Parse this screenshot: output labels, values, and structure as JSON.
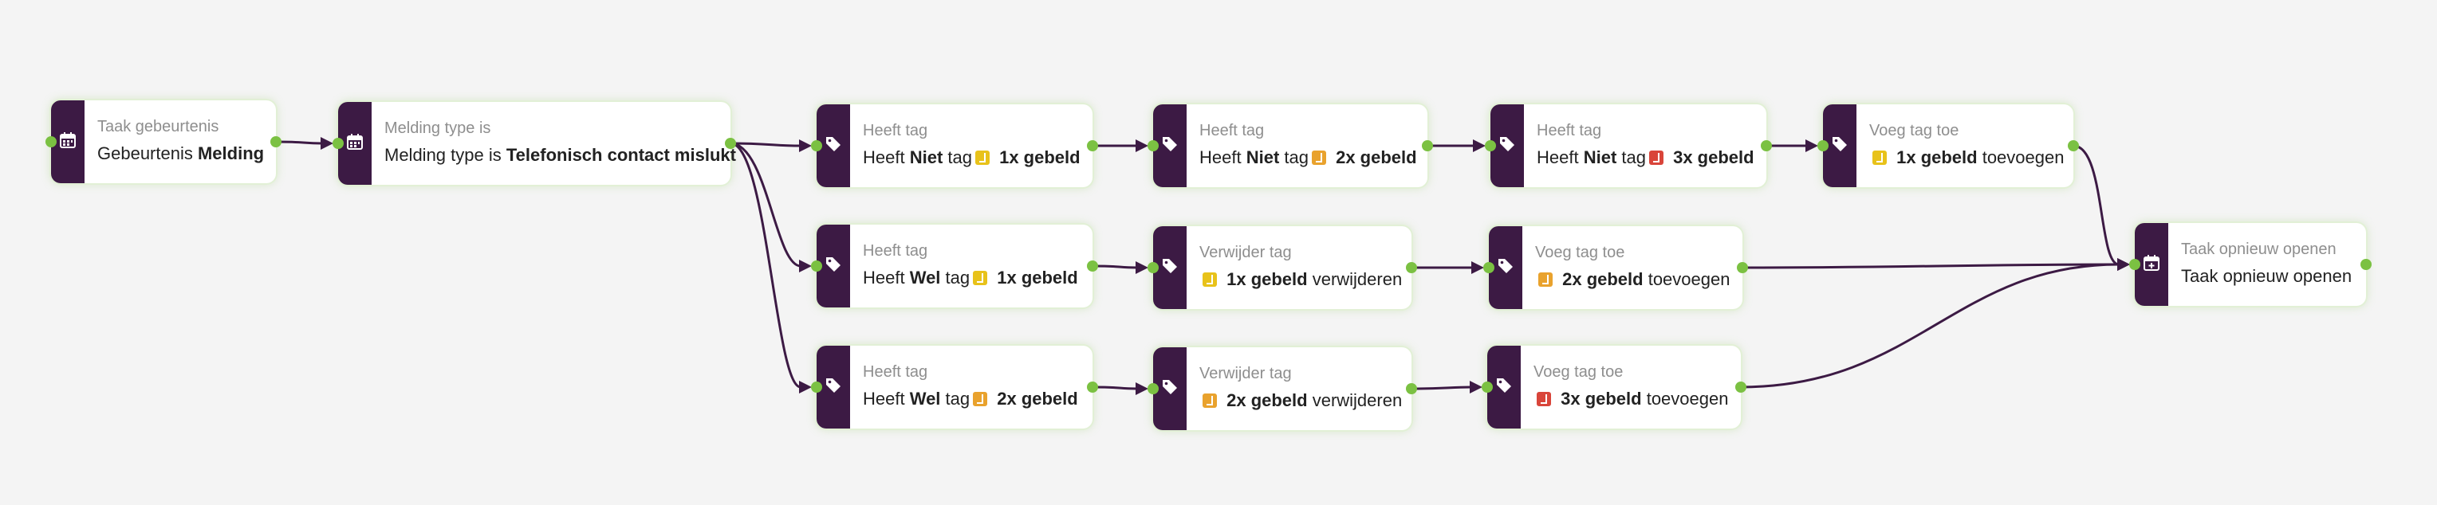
{
  "colors": {
    "accent": "#3c1a44",
    "connector": "#7bc142",
    "tag_yellow": "#e8c21a",
    "tag_orange": "#e9a22d",
    "tag_red": "#d9453a"
  },
  "nodes": [
    {
      "id": "n1",
      "icon": "calendar-icon",
      "label": "Taak gebeurtenis",
      "parts": [
        {
          "t": "Gebeurtenis "
        },
        {
          "t": "Melding",
          "b": true
        }
      ]
    },
    {
      "id": "n2",
      "icon": "calendar-icon",
      "label": "Melding type is",
      "parts": [
        {
          "t": "Melding type is "
        },
        {
          "t": "Telefonisch contact mislukt",
          "b": true
        }
      ]
    },
    {
      "id": "n3",
      "icon": "tag-icon",
      "label": "Heeft tag",
      "parts": [
        {
          "t": "Heeft "
        },
        {
          "t": "Niet",
          "b": true
        },
        {
          "t": " tag"
        },
        {
          "tag": "yellow"
        },
        {
          "t": " 1x gebeld",
          "b": true
        }
      ]
    },
    {
      "id": "n4",
      "icon": "tag-icon",
      "label": "Heeft tag",
      "parts": [
        {
          "t": "Heeft "
        },
        {
          "t": "Niet",
          "b": true
        },
        {
          "t": " tag"
        },
        {
          "tag": "orange"
        },
        {
          "t": " 2x gebeld",
          "b": true
        }
      ]
    },
    {
      "id": "n5",
      "icon": "tag-icon",
      "label": "Heeft tag",
      "parts": [
        {
          "t": "Heeft "
        },
        {
          "t": "Niet",
          "b": true
        },
        {
          "t": " tag"
        },
        {
          "tag": "red"
        },
        {
          "t": " 3x gebeld",
          "b": true
        }
      ]
    },
    {
      "id": "n6",
      "icon": "tag-icon",
      "label": "Voeg tag toe",
      "parts": [
        {
          "tag": "yellow"
        },
        {
          "t": " 1x gebeld",
          "b": true
        },
        {
          "t": " toevoegen"
        }
      ]
    },
    {
      "id": "n7",
      "icon": "tag-icon",
      "label": "Heeft tag",
      "parts": [
        {
          "t": "Heeft "
        },
        {
          "t": "Wel",
          "b": true
        },
        {
          "t": " tag"
        },
        {
          "tag": "yellow"
        },
        {
          "t": " 1x gebeld",
          "b": true
        }
      ]
    },
    {
      "id": "n8",
      "icon": "tag-icon",
      "label": "Verwijder tag",
      "parts": [
        {
          "tag": "yellow"
        },
        {
          "t": " 1x gebeld",
          "b": true
        },
        {
          "t": " verwijderen"
        }
      ]
    },
    {
      "id": "n9",
      "icon": "tag-icon",
      "label": "Voeg tag toe",
      "parts": [
        {
          "tag": "orange"
        },
        {
          "t": " 2x gebeld",
          "b": true
        },
        {
          "t": " toevoegen"
        }
      ]
    },
    {
      "id": "n10",
      "icon": "tag-icon",
      "label": "Heeft tag",
      "parts": [
        {
          "t": "Heeft "
        },
        {
          "t": "Wel",
          "b": true
        },
        {
          "t": " tag"
        },
        {
          "tag": "orange"
        },
        {
          "t": " 2x gebeld",
          "b": true
        }
      ]
    },
    {
      "id": "n11",
      "icon": "tag-icon",
      "label": "Verwijder tag",
      "parts": [
        {
          "tag": "orange"
        },
        {
          "t": " 2x gebeld",
          "b": true
        },
        {
          "t": " verwijderen"
        }
      ]
    },
    {
      "id": "n12",
      "icon": "tag-icon",
      "label": "Voeg tag toe",
      "parts": [
        {
          "tag": "red"
        },
        {
          "t": " 3x gebeld",
          "b": true
        },
        {
          "t": " toevoegen"
        }
      ]
    },
    {
      "id": "n13",
      "icon": "calendar-plus-icon",
      "label": "Taak opnieuw openen",
      "parts": [
        {
          "t": "Taak opnieuw openen"
        }
      ]
    }
  ],
  "edges": [
    [
      "n1",
      "n2"
    ],
    [
      "n2",
      "n3"
    ],
    [
      "n2",
      "n7"
    ],
    [
      "n2",
      "n10"
    ],
    [
      "n3",
      "n4"
    ],
    [
      "n4",
      "n5"
    ],
    [
      "n5",
      "n6"
    ],
    [
      "n6",
      "n13"
    ],
    [
      "n7",
      "n8"
    ],
    [
      "n8",
      "n9"
    ],
    [
      "n9",
      "n13"
    ],
    [
      "n10",
      "n11"
    ],
    [
      "n11",
      "n12"
    ],
    [
      "n12",
      "n13"
    ]
  ]
}
